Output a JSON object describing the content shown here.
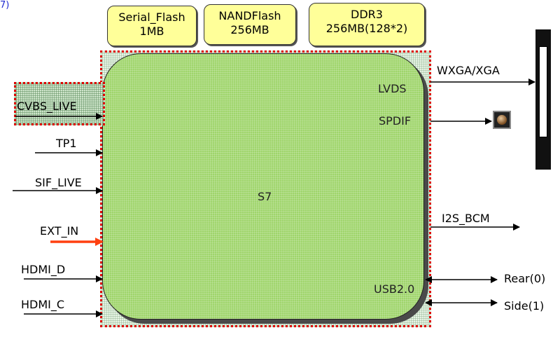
{
  "corner": {
    "text": "7)"
  },
  "memory": {
    "serial_flash": {
      "line1": "Serial_Flash",
      "line2": "1MB"
    },
    "nand_flash": {
      "line1": "NANDFlash",
      "line2": "256MB"
    },
    "ddr3": {
      "line1": "DDR3",
      "line2": "256MB(128*2)"
    }
  },
  "chip": {
    "name": "S7",
    "lvds": "LVDS",
    "spdif": "SPDIF",
    "usb": "USB2.0"
  },
  "inputs": {
    "cvbs_live": "CVBS_LIVE",
    "tp1": "TP1",
    "sif_live": "SIF_LIVE",
    "ext_in": "EXT_IN",
    "hdmi_d": "HDMI_D",
    "hdmi_c": "HDMI_C"
  },
  "outputs": {
    "wxga": "WXGA/XGA",
    "i2s": "I2S_BCM",
    "rear": "Rear(0)",
    "side": "Side(1)"
  },
  "colors": {
    "chip_fill": "#9fd56b",
    "memory_fill": "#ffff99",
    "highlight_border": "#e00000",
    "ext_in_arrow": "#ff4010"
  }
}
